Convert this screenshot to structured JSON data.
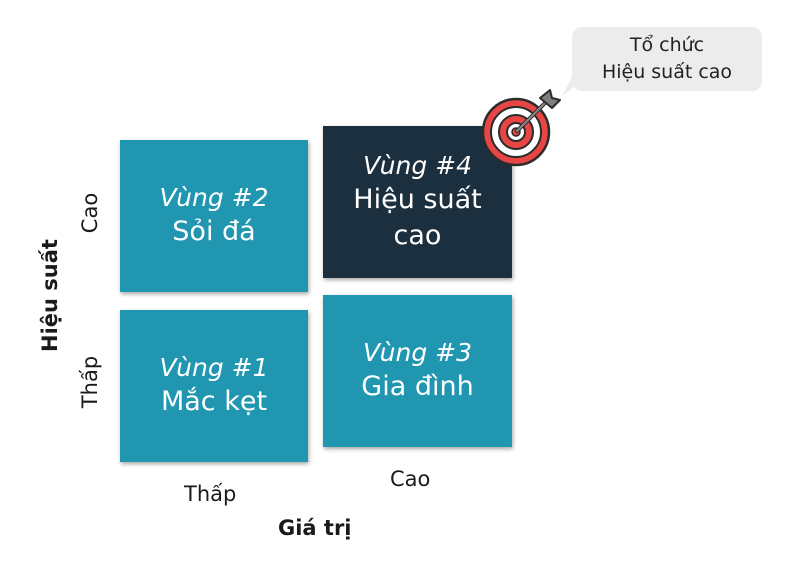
{
  "axes": {
    "y_title": "Hiệu suất",
    "y_high": "Cao",
    "y_low": "Thấp",
    "x_title": "Giá trị",
    "x_low": "Thấp",
    "x_high": "Cao"
  },
  "quadrants": [
    {
      "zone": "Vùng #2",
      "name_lines": [
        "Sỏi đá"
      ],
      "color": "#2196b1"
    },
    {
      "zone": "Vùng #4",
      "name_lines": [
        "Hiệu suất",
        "cao"
      ],
      "color": "#1b2f3f"
    },
    {
      "zone": "Vùng #1",
      "name_lines": [
        "Mắc kẹt"
      ],
      "color": "#2196b1"
    },
    {
      "zone": "Vùng #3",
      "name_lines": [
        "Gia đình"
      ],
      "color": "#2196b1"
    }
  ],
  "callout": {
    "line1": "Tổ chức",
    "line2": "Hiệu suất cao",
    "icon": "target-icon"
  }
}
